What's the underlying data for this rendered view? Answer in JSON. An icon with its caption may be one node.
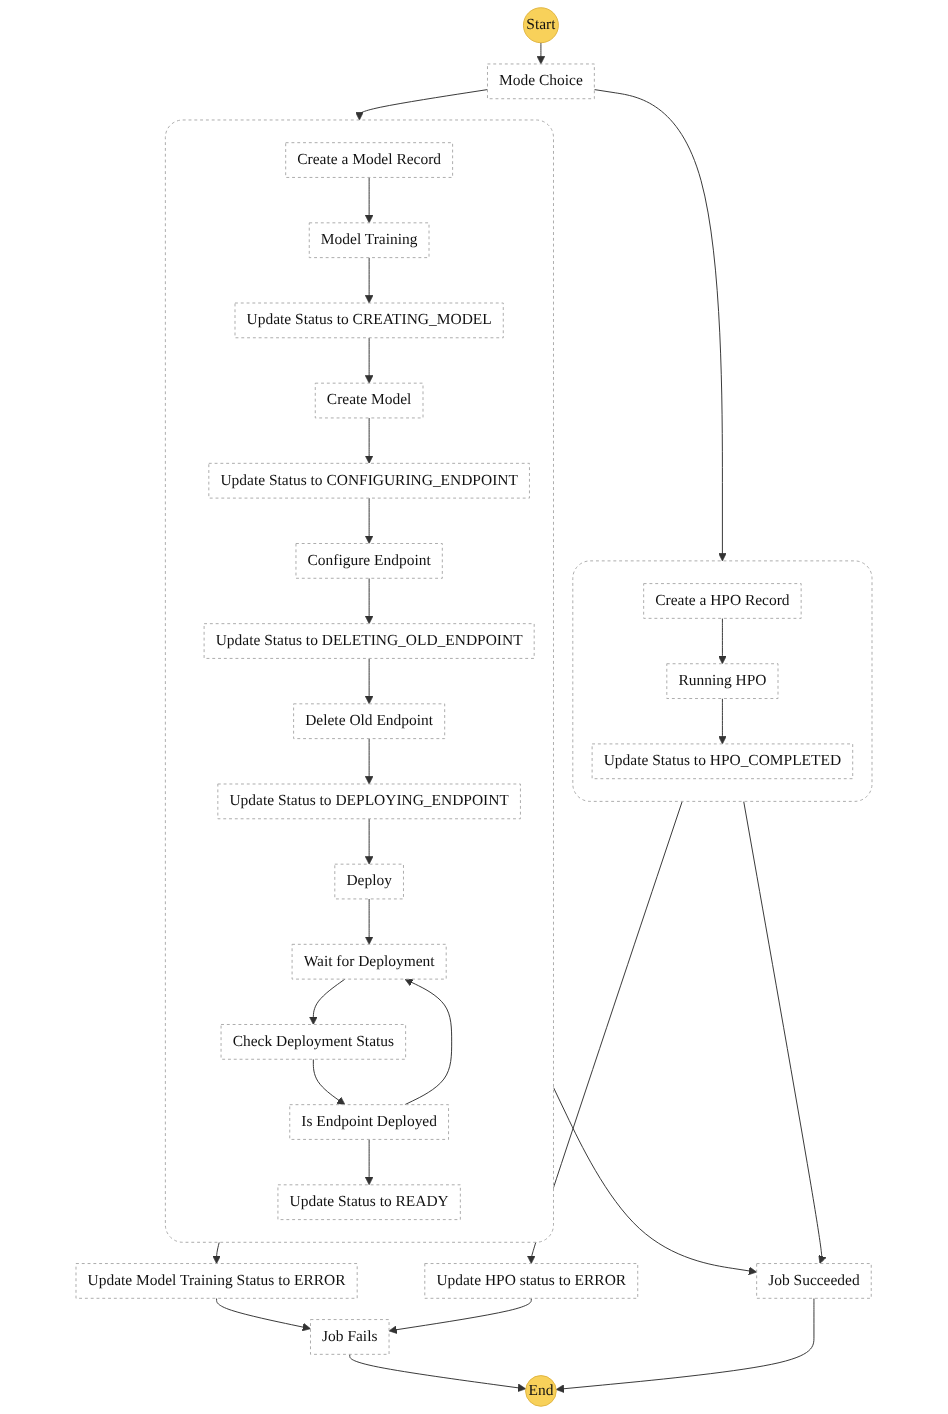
{
  "diagram": {
    "nodes": [
      {
        "text": [
          "Start"
        ]
      },
      {
        "text": [
          "Mode Choice"
        ]
      },
      {
        "text": [],
        "shape": "box"
      },
      {
        "text": [
          "Create a Model Record"
        ],
        "in": 2
      },
      {
        "text": [
          "Model Training"
        ],
        "in": 2
      },
      {
        "text": [
          "Update Status to CREATING_MODEL"
        ],
        "in": 2
      },
      {
        "text": [
          "Create Model"
        ],
        "in": 2
      },
      {
        "text": [
          "Update Status to CONFIGURING_ENDPOINT"
        ],
        "in": 2
      },
      {
        "text": [
          "Configure Endpoint"
        ],
        "in": 2
      },
      {
        "text": [
          "Update Status to DELETING_OLD_ENDPOINT"
        ],
        "in": 2
      },
      {
        "text": [
          "Delete Old Endpoint"
        ],
        "in": 2
      },
      {
        "text": [
          "Update Status to DEPLOYING_ENDPOINT"
        ],
        "in": 2
      },
      {
        "text": [
          "Deploy"
        ],
        "in": 2
      },
      {
        "text": [
          "Wait for Deployment"
        ],
        "in": 2
      },
      {
        "text": [
          "Check Deployment Status"
        ],
        "in": 2
      },
      {
        "text": [
          "Is Endpoint Deployed"
        ],
        "in": 2
      },
      {
        "text": [
          "Update Status to READY"
        ],
        "in": 2
      },
      {
        "text": [],
        "shape": "box"
      },
      {
        "text": [
          "Create a HPO Record"
        ],
        "in": 17
      },
      {
        "text": [
          "Running HPO"
        ],
        "in": 17
      },
      {
        "text": [
          "Update Status to HPO_COMPLETED"
        ],
        "in": 17
      },
      {
        "text": [
          "Update Model Training Status to ERROR"
        ]
      },
      {
        "text": [
          "Update HPO status to ERROR"
        ]
      },
      {
        "text": [
          "Job Succeeded"
        ]
      },
      {
        "text": [
          "Job Fails"
        ]
      },
      {
        "text": [
          "End"
        ]
      }
    ],
    "edges": [
      {
        "from": 0,
        "to": 1,
        "arrow": "to"
      },
      {
        "from": 1,
        "to": 2,
        "arrow": "to"
      },
      {
        "from": 1,
        "to": 17,
        "arrow": "to"
      },
      {
        "from": 3,
        "to": 4,
        "arrow": "to"
      },
      {
        "from": 4,
        "to": 5,
        "arrow": "to"
      },
      {
        "from": 5,
        "to": 6,
        "arrow": "to"
      },
      {
        "from": 6,
        "to": 7,
        "arrow": "to"
      },
      {
        "from": 7,
        "to": 8,
        "arrow": "to"
      },
      {
        "from": 8,
        "to": 9,
        "arrow": "to"
      },
      {
        "from": 9,
        "to": 10,
        "arrow": "to"
      },
      {
        "from": 10,
        "to": 11,
        "arrow": "to"
      },
      {
        "from": 11,
        "to": 12,
        "arrow": "to"
      },
      {
        "from": 12,
        "to": 13,
        "arrow": "to"
      },
      {
        "from": 13,
        "to": 14,
        "arrow": "to"
      },
      {
        "from": 14,
        "to": 15,
        "arrow": "to"
      },
      {
        "from": 15,
        "to": 13,
        "arrow": "to"
      },
      {
        "from": 15,
        "to": 16,
        "arrow": "to"
      },
      {
        "from": 18,
        "to": 19,
        "arrow": "to"
      },
      {
        "from": 19,
        "to": 20,
        "arrow": "to"
      },
      {
        "from": 2,
        "to": 21,
        "arrow": "to"
      },
      {
        "from": 2,
        "to": 23,
        "arrow": "to"
      },
      {
        "from": 17,
        "to": 22,
        "arrow": "to"
      },
      {
        "from": 17,
        "to": 23,
        "arrow": "to"
      },
      {
        "from": 21,
        "to": 24,
        "arrow": "to"
      },
      {
        "from": 22,
        "to": 24,
        "arrow": "to"
      },
      {
        "from": 24,
        "to": 25,
        "arrow": "to"
      },
      {
        "from": 23,
        "to": 25,
        "arrow": "to"
      }
    ]
  }
}
